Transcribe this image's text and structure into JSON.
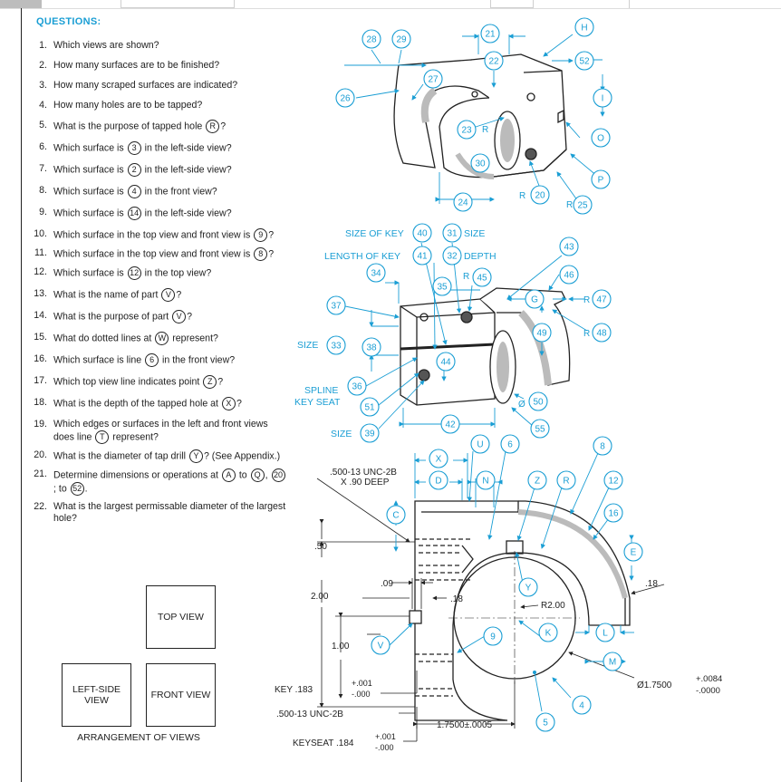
{
  "title": "QUESTIONS:",
  "questions": [
    {
      "n": "1.",
      "parts": [
        "Which views are shown?"
      ]
    },
    {
      "n": "2.",
      "parts": [
        "How many surfaces are to be finished?"
      ]
    },
    {
      "n": "3.",
      "parts": [
        "How many scraped surfaces are indicated?"
      ]
    },
    {
      "n": "4.",
      "parts": [
        "How many holes are to be tapped?"
      ]
    },
    {
      "n": "5.",
      "parts": [
        "What is the purpose of tapped hole ",
        "R",
        "?"
      ]
    },
    {
      "n": "6.",
      "parts": [
        "Which surface is ",
        "3",
        " in the left-side view?"
      ]
    },
    {
      "n": "7.",
      "parts": [
        "Which surface is ",
        "2",
        " in the left-side view?"
      ]
    },
    {
      "n": "8.",
      "parts": [
        "Which surface is ",
        "4",
        " in the front view?"
      ]
    },
    {
      "n": "9.",
      "parts": [
        "Which surface is ",
        "14",
        " in the left-side view?"
      ]
    },
    {
      "n": "10.",
      "parts": [
        "Which surface in the top view and front view is ",
        "9",
        "?"
      ]
    },
    {
      "n": "11.",
      "parts": [
        "Which surface in the top view and front view is ",
        "8",
        "?"
      ]
    },
    {
      "n": "12.",
      "parts": [
        "Which surface is ",
        "12",
        " in the top view?"
      ]
    },
    {
      "n": "13.",
      "parts": [
        "What is the name of part ",
        "V",
        "?"
      ]
    },
    {
      "n": "14.",
      "parts": [
        "What is the purpose of part ",
        "V",
        "?"
      ]
    },
    {
      "n": "15.",
      "parts": [
        "What do dotted lines at ",
        "W",
        " represent?"
      ]
    },
    {
      "n": "16.",
      "parts": [
        "Which surface is line ",
        "6",
        " in the front view?"
      ]
    },
    {
      "n": "17.",
      "parts": [
        "Which top view line indicates point ",
        "Z",
        "?"
      ]
    },
    {
      "n": "18.",
      "parts": [
        "What is the depth of the tapped hole at ",
        "X",
        "?"
      ]
    },
    {
      "n": "19.",
      "parts": [
        "Which edges or surfaces in the left and front views does line ",
        "T",
        " represent?"
      ]
    },
    {
      "n": "20.",
      "parts": [
        "What is the diameter of tap drill ",
        "Y",
        "? (See Appendix.)"
      ]
    },
    {
      "n": "21.",
      "parts": [
        "Determine dimensions or operations at ",
        "A",
        " to ",
        "Q",
        ", ",
        "20",
        "; to ",
        "52",
        "."
      ]
    },
    {
      "n": "22.",
      "parts": [
        "What is the largest permissable diameter of the largest hole?"
      ]
    }
  ],
  "views": {
    "top": "TOP VIEW",
    "left": "LEFT-SIDE VIEW",
    "front": "FRONT VIEW",
    "caption": "ARRANGEMENT OF VIEWS"
  },
  "iso_top_callouts": [
    "28",
    "29",
    "21",
    "H",
    "22",
    "52",
    "26",
    "27",
    "I",
    "23",
    "R",
    "O",
    "30",
    "P",
    "20",
    "R",
    "24",
    "25",
    "R"
  ],
  "iso_mid_labels": {
    "size_of_key": "SIZE OF KEY",
    "size": "SIZE",
    "length_of_key": "LENGTH OF KEY",
    "depth": "DEPTH",
    "size2": "SIZE",
    "spline": "SPLINE",
    "key_seat": "KEY SEAT",
    "size3": "SIZE",
    "dia": "Ø"
  },
  "iso_mid_callouts": [
    "40",
    "31",
    "41",
    "32",
    "43",
    "34",
    "45",
    "46",
    "35",
    "G",
    "47",
    "37",
    "49",
    "48",
    "33",
    "38",
    "44",
    "36",
    "51",
    "50",
    "42",
    "55",
    "39"
  ],
  "front_callouts": [
    "X",
    "U",
    "6",
    "8",
    "D",
    "N",
    "Z",
    "R",
    "12",
    "C",
    "16",
    "E",
    "Y",
    "K",
    "L",
    "M",
    "V",
    "9",
    "4",
    "5"
  ],
  "front_dims": {
    "tap_note_1": ".500-13 UNC-2B",
    "tap_note_2": "X .90 DEEP",
    "d050": ".50",
    "d200": "2.00",
    "d009": ".09",
    "d018a": ".18",
    "d018b": ".18",
    "d100": "1.00",
    "r200": "R2.00",
    "dia_main": "Ø1.7500",
    "dia_tol_plus": "+.0084",
    "dia_tol_minus": "-.0000",
    "key": "KEY .183",
    "key_plus": "+.001",
    "key_minus": "-.000",
    "tap_note_3": ".500-13 UNC-2B",
    "center_dim": "1.7500±.0005",
    "keyseat": "KEYSEAT .184",
    "keyseat_plus": "+.001",
    "keyseat_minus": "-.000"
  },
  "colors": {
    "accent": "#1a9ed4",
    "ink": "#222222"
  }
}
